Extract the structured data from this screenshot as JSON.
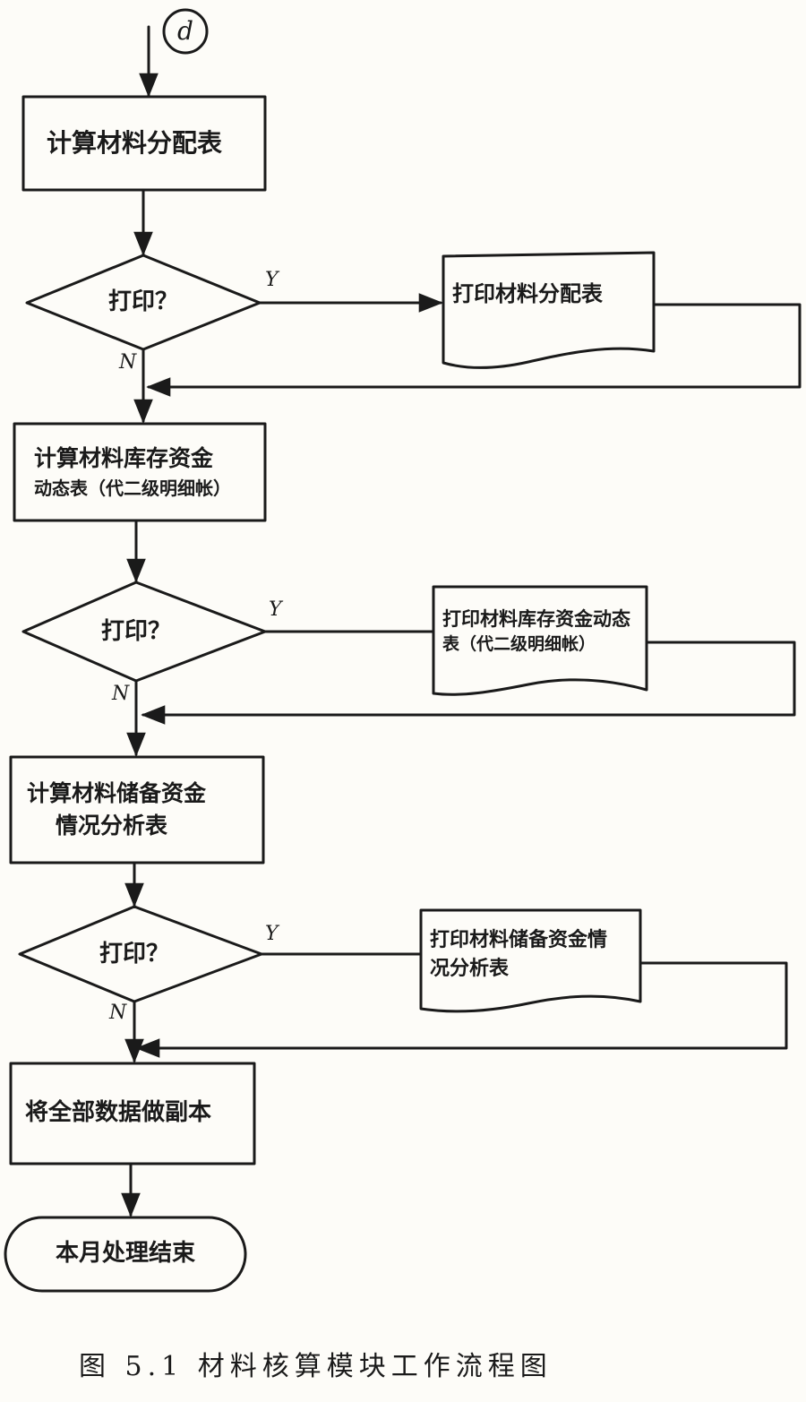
{
  "connector": "d",
  "steps": {
    "calc_allocation": "计算材料分配表",
    "print_q1": "打印？",
    "print_allocation": "打印材料分配表",
    "calc_inventory_line1": "计算材料库存资金",
    "calc_inventory_line2": "动态表（代二级明细帐）",
    "print_q2": "打印？",
    "print_inventory_line1": "打印材料库存资金动态",
    "print_inventory_line2": "表（代二级明细帐）",
    "calc_reserve_line1": "计算材料储备资金",
    "calc_reserve_line2": "情况分析表",
    "print_q3": "打印？",
    "print_reserve_line1": "打印材料储备资金情",
    "print_reserve_line2": "况分析表",
    "backup": "将全部数据做副本",
    "end": "本月处理结束"
  },
  "branch_labels": {
    "yes": "Y",
    "no": "N"
  },
  "caption": "图 5.1   材料核算模块工作流程图"
}
